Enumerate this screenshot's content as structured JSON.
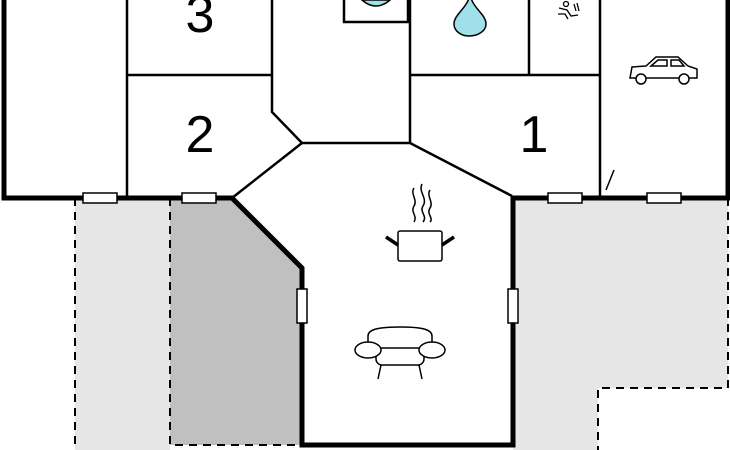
{
  "floor_plan": {
    "rooms": [
      {
        "number": "3",
        "kind": "bedroom"
      },
      {
        "number": "2",
        "kind": "bedroom"
      },
      {
        "number": "1",
        "kind": "bedroom"
      }
    ],
    "icons": [
      {
        "name": "toilet-icon"
      },
      {
        "name": "water-drop-icon"
      },
      {
        "name": "shower-icon"
      },
      {
        "name": "car-icon"
      },
      {
        "name": "cooking-pot-icon"
      },
      {
        "name": "sofa-icon"
      }
    ],
    "colors": {
      "wall": "#000000",
      "outdoor_area": "#e6e6e6",
      "covered_terrace": "#c0c0c0",
      "water": "#9fe0ea",
      "background": "#ffffff"
    }
  }
}
